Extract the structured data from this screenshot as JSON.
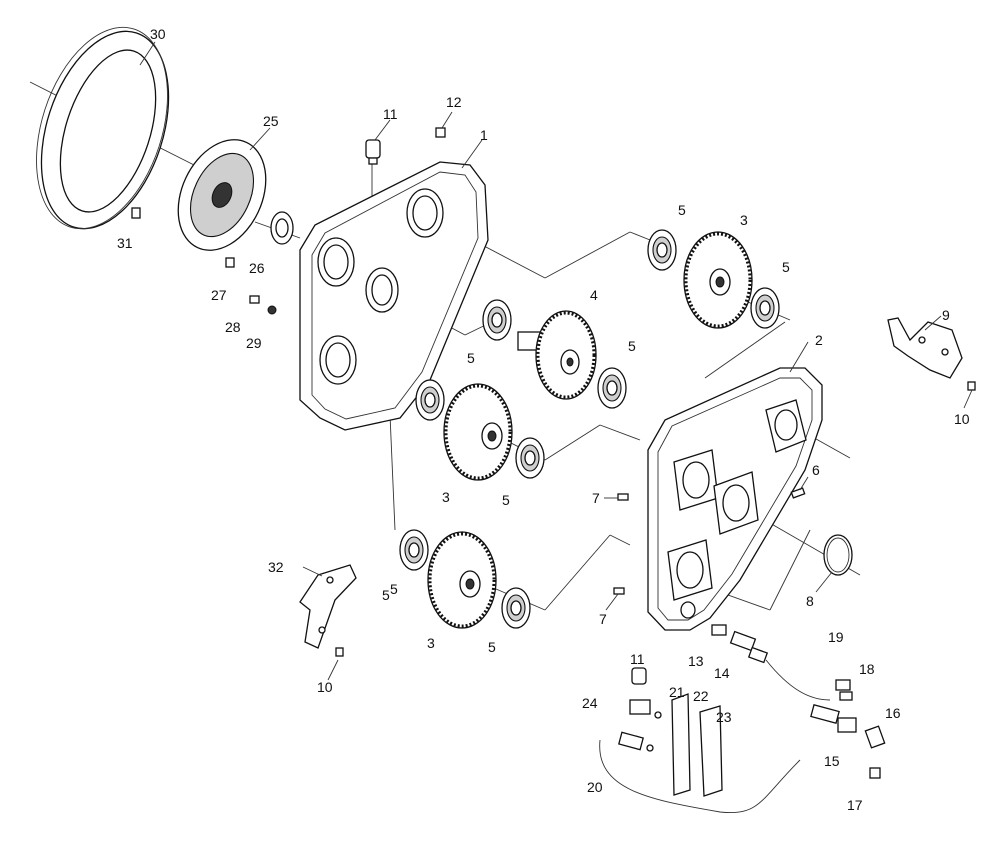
{
  "diagram": {
    "labels": {
      "l1": "1",
      "l2": "2",
      "l3a": "3",
      "l3b": "3",
      "l3c": "3",
      "l4": "4",
      "l5a": "5",
      "l5b": "5",
      "l5c": "5",
      "l5d": "5",
      "l5e": "5",
      "l5f": "5",
      "l5g": "5",
      "l5h": "5",
      "l6": "6",
      "l7a": "7",
      "l7b": "7",
      "l8": "8",
      "l9": "9",
      "l10a": "10",
      "l10b": "10",
      "l11a": "11",
      "l11b": "11",
      "l12": "12",
      "l13": "13",
      "l14": "14",
      "l15": "15",
      "l16": "16",
      "l17": "17",
      "l18": "18",
      "l19": "19",
      "l20": "20",
      "l21": "21",
      "l22": "22",
      "l23": "23",
      "l24": "24",
      "l25": "25",
      "l26": "26",
      "l27": "27",
      "l28": "28",
      "l29": "29",
      "l30": "30",
      "l31": "31",
      "l32": "32"
    }
  }
}
